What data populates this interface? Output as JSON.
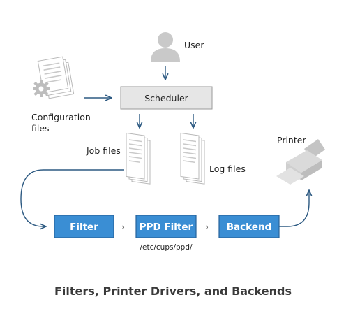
{
  "nodes": {
    "user": {
      "label": "User",
      "icon": "user-icon"
    },
    "scheduler": {
      "label": "Scheduler"
    },
    "config_files": {
      "label_line1": "Configuration",
      "label_line2": "files",
      "icon": "config-files-icon"
    },
    "job_files": {
      "label": "Job files",
      "icon": "document-stack-icon"
    },
    "log_files": {
      "label": "Log files",
      "icon": "document-stack-icon"
    },
    "printer": {
      "label": "Printer",
      "icon": "printer-icon"
    },
    "filter": {
      "label": "Filter"
    },
    "ppd_filter": {
      "label": "PPD Filter",
      "path_note": "/etc/cups/ppd/"
    },
    "backend": {
      "label": "Backend"
    }
  },
  "caption": "Filters, Printer Drivers, and Backends",
  "colors": {
    "pipeline_box": "#3a8ed4",
    "pipeline_border": "#26639c",
    "scheduler_fill": "#e6e6e6",
    "scheduler_border": "#9a9a9a",
    "arrows": "#2d5a82",
    "icons": "#c9c9c9"
  }
}
